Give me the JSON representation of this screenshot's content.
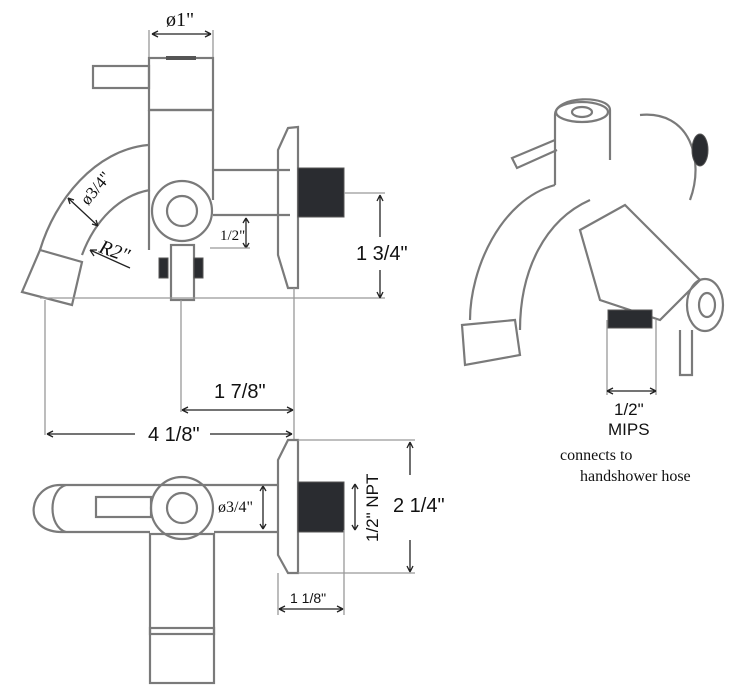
{
  "side_view": {
    "body_diameter": "ø1\"",
    "spout_diameter": "ø3/4\"",
    "spout_radius": "R2\"",
    "outlet_offset": "1/2\"",
    "height_to_spout": "1 3/4\"",
    "outlet_to_wall": "1 7/8\"",
    "overall_length": "4 1/8\""
  },
  "top_view": {
    "pipe_diameter": "ø3/4\"",
    "thread_size": "1/2\" NPT",
    "flange_diameter": "2 1/4\"",
    "thread_length": "1 1/8\""
  },
  "perspective_view": {
    "outlet_size": "1/2\"",
    "outlet_type": "MIPS",
    "note_line1": "connects to",
    "note_line2": "handshower hose"
  }
}
